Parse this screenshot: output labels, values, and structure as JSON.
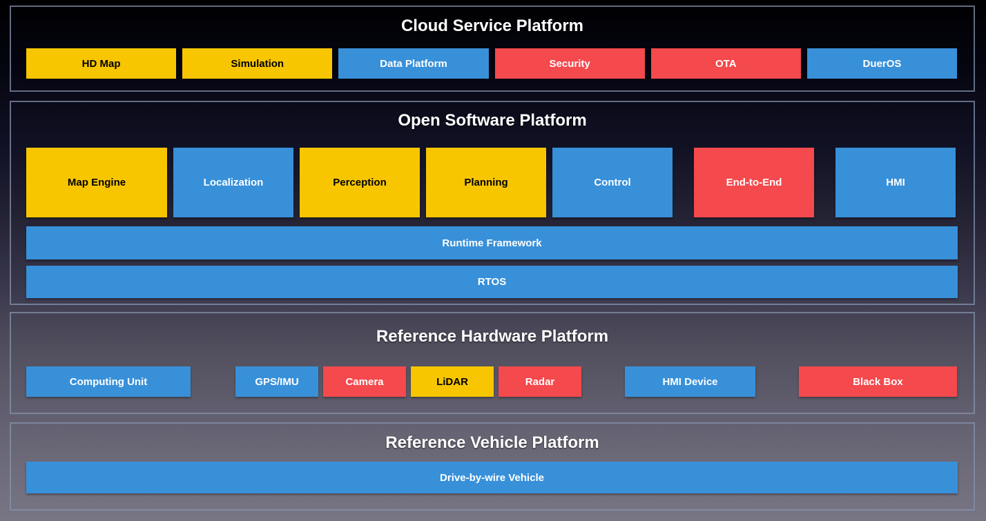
{
  "colors": {
    "yellow": "#F7C600",
    "blue": "#3890D9",
    "red": "#F4494D",
    "panel_border": "#8593AD",
    "title_text": "#FFFFFF"
  },
  "diagram": {
    "cloud": {
      "title": "Cloud Service Platform",
      "boxes": [
        {
          "label": "HD Map",
          "color": "yellow"
        },
        {
          "label": "Simulation",
          "color": "yellow"
        },
        {
          "label": "Data Platform",
          "color": "blue"
        },
        {
          "label": "Security",
          "color": "red"
        },
        {
          "label": "OTA",
          "color": "red"
        },
        {
          "label": "DuerOS",
          "color": "blue"
        }
      ]
    },
    "software": {
      "title": "Open Software Platform",
      "modules": [
        {
          "label": "Map Engine",
          "color": "yellow"
        },
        {
          "label": "Localization",
          "color": "blue"
        },
        {
          "label": "Perception",
          "color": "yellow"
        },
        {
          "label": "Planning",
          "color": "yellow"
        },
        {
          "label": "Control",
          "color": "blue"
        },
        {
          "label": "End-to-End",
          "color": "red"
        },
        {
          "label": "HMI",
          "color": "blue"
        }
      ],
      "bars": [
        {
          "label": "Runtime Framework",
          "color": "blue"
        },
        {
          "label": "RTOS",
          "color": "blue"
        }
      ]
    },
    "hardware": {
      "title": "Reference Hardware Platform",
      "boxes": [
        {
          "label": "Computing Unit",
          "color": "blue"
        },
        {
          "label": "GPS/IMU",
          "color": "blue"
        },
        {
          "label": "Camera",
          "color": "red"
        },
        {
          "label": "LiDAR",
          "color": "yellow"
        },
        {
          "label": "Radar",
          "color": "red"
        },
        {
          "label": "HMI Device",
          "color": "blue"
        },
        {
          "label": "Black Box",
          "color": "red"
        }
      ]
    },
    "vehicle": {
      "title": "Reference Vehicle Platform",
      "bar": {
        "label": "Drive-by-wire Vehicle",
        "color": "blue"
      }
    }
  }
}
